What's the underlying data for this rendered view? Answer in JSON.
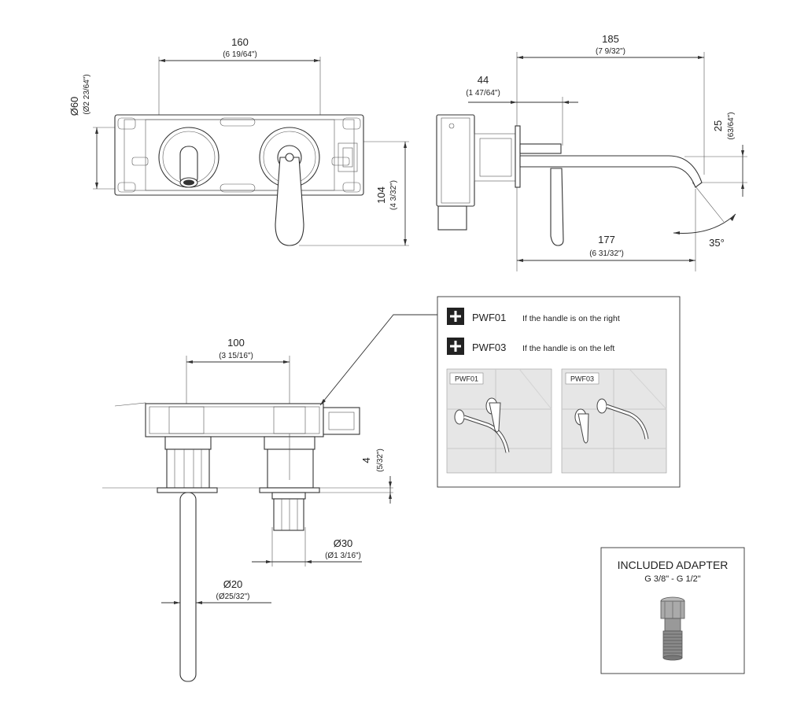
{
  "front_view": {
    "width_mm": "160",
    "width_in": "(6 19/64\")",
    "diameter_mm": "Ø60",
    "diameter_in": "(Ø2 23/64\")",
    "height_mm": "104",
    "height_in": "(4 3/32\")"
  },
  "side_view": {
    "overall_mm": "185",
    "overall_in": "(7 9/32\")",
    "depth_mm": "44",
    "depth_in": "(1 47/64\")",
    "spout_mm": "177",
    "spout_in": "(6 31/32\")",
    "drop_mm": "25",
    "drop_in": "(63/64\")",
    "angle": "35°"
  },
  "top_view": {
    "spacing_mm": "100",
    "spacing_in": "(3 15/16\")",
    "offset_mm": "4",
    "offset_in": "(5/32\")",
    "body_diam_mm": "Ø30",
    "body_diam_in": "(Ø1 3/16\")",
    "spout_diam_mm": "Ø20",
    "spout_diam_in": "(Ø25/32\")"
  },
  "options": {
    "items": [
      {
        "code": "PWF01",
        "description": "If the handle is on the right"
      },
      {
        "code": "PWF03",
        "description": "If the handle is on the left"
      }
    ],
    "thumb_labels": [
      "PWF01",
      "PWF03"
    ]
  },
  "adapter": {
    "title": "INCLUDED ADAPTER",
    "spec": "G 3/8\" - G 1/2\""
  }
}
